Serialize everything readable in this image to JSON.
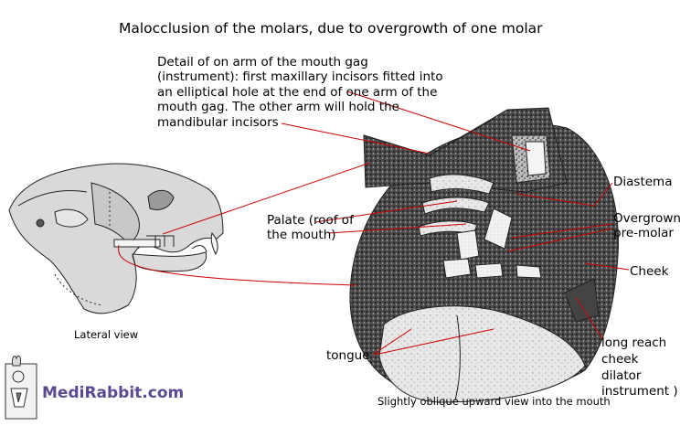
{
  "title": "Malocclusion of the molars, due to overgrowth of one molar",
  "labels": {
    "detail": "Detail of on arm of the mouth gag\n(instrument): first maxillary incisors fitted into\nan elliptical hole at the end of one arm of the\nmouth gag. The other arm will hold the\nmandibular incisors",
    "palate": "Palate (roof of\nthe mouth)",
    "diastema": "Diastema",
    "overgrown_premolar": "Overgrown\npre-molar",
    "cheek": "Cheek",
    "cheek_dilator": "long reach\ncheek\ndilator\ninstrument )",
    "tongue": "tongue"
  },
  "captions": {
    "lateral": "Lateral view",
    "oblique": "Slightly oblique upward view into the mouth"
  },
  "brand": "MediRabbit.com",
  "colors": {
    "leader_lines": "#cc0000",
    "brand": "#5b4a91",
    "outline": "#000000"
  }
}
